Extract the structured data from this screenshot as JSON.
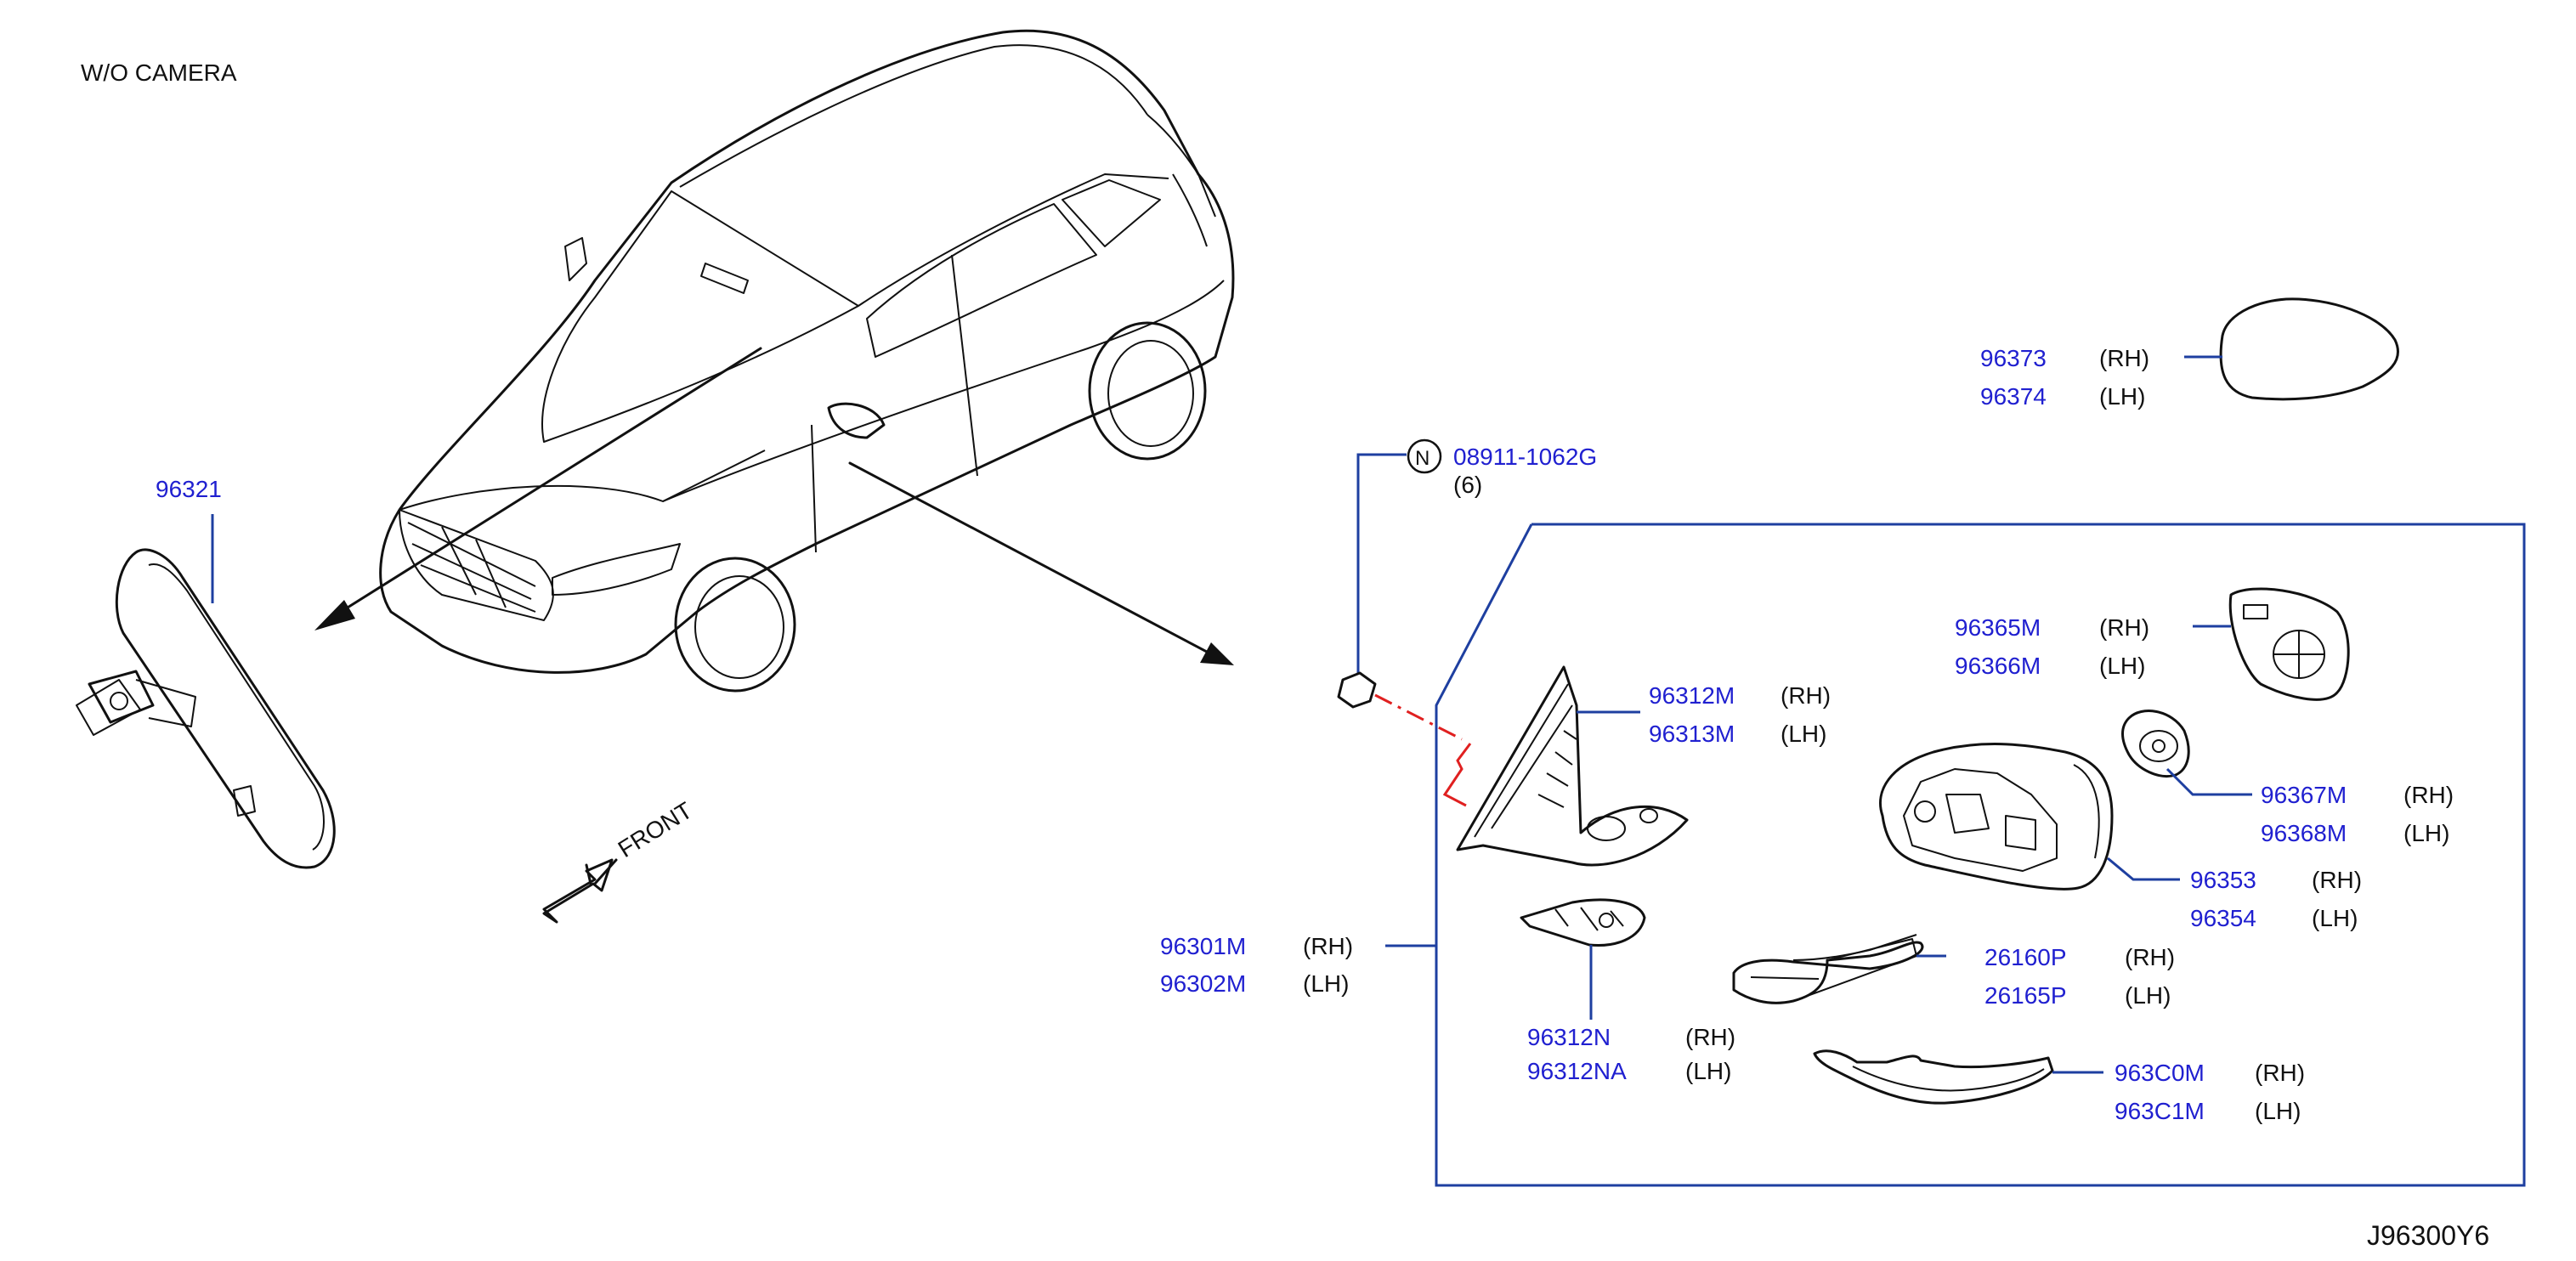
{
  "variant_note": "W/O   CAMERA",
  "drawing_code": "J96300Y6",
  "front_label": "FRONT",
  "nut": {
    "symbol": "N",
    "part": "08911-1062G",
    "qty": "(6)"
  },
  "inner_mirror": {
    "part": "96321"
  },
  "assembly": {
    "rh": "96301M",
    "rh_side": "(RH)",
    "lh": "96302M",
    "lh_side": "(LH)"
  },
  "parts": [
    {
      "rh": "96373",
      "lh": "96374",
      "rh_side": "(RH)",
      "lh_side": "(LH)"
    },
    {
      "rh": "96365M",
      "lh": "96366M",
      "rh_side": "(RH)",
      "lh_side": "(LH)"
    },
    {
      "rh": "96312M",
      "lh": "96313M",
      "rh_side": "(RH)",
      "lh_side": "(LH)"
    },
    {
      "rh": "96367M",
      "lh": "96368M",
      "rh_side": "(RH)",
      "lh_side": "(LH)"
    },
    {
      "rh": "96353",
      "lh": "96354",
      "rh_side": "(RH)",
      "lh_side": "(LH)"
    },
    {
      "rh": "26160P",
      "lh": "26165P",
      "rh_side": "(RH)",
      "lh_side": "(LH)"
    },
    {
      "rh": "96312N",
      "lh": "96312NA",
      "rh_side": "(RH)",
      "lh_side": "(LH)"
    },
    {
      "rh": "963C0M",
      "lh": "963C1M",
      "rh_side": "(RH)",
      "lh_side": "(LH)"
    }
  ]
}
